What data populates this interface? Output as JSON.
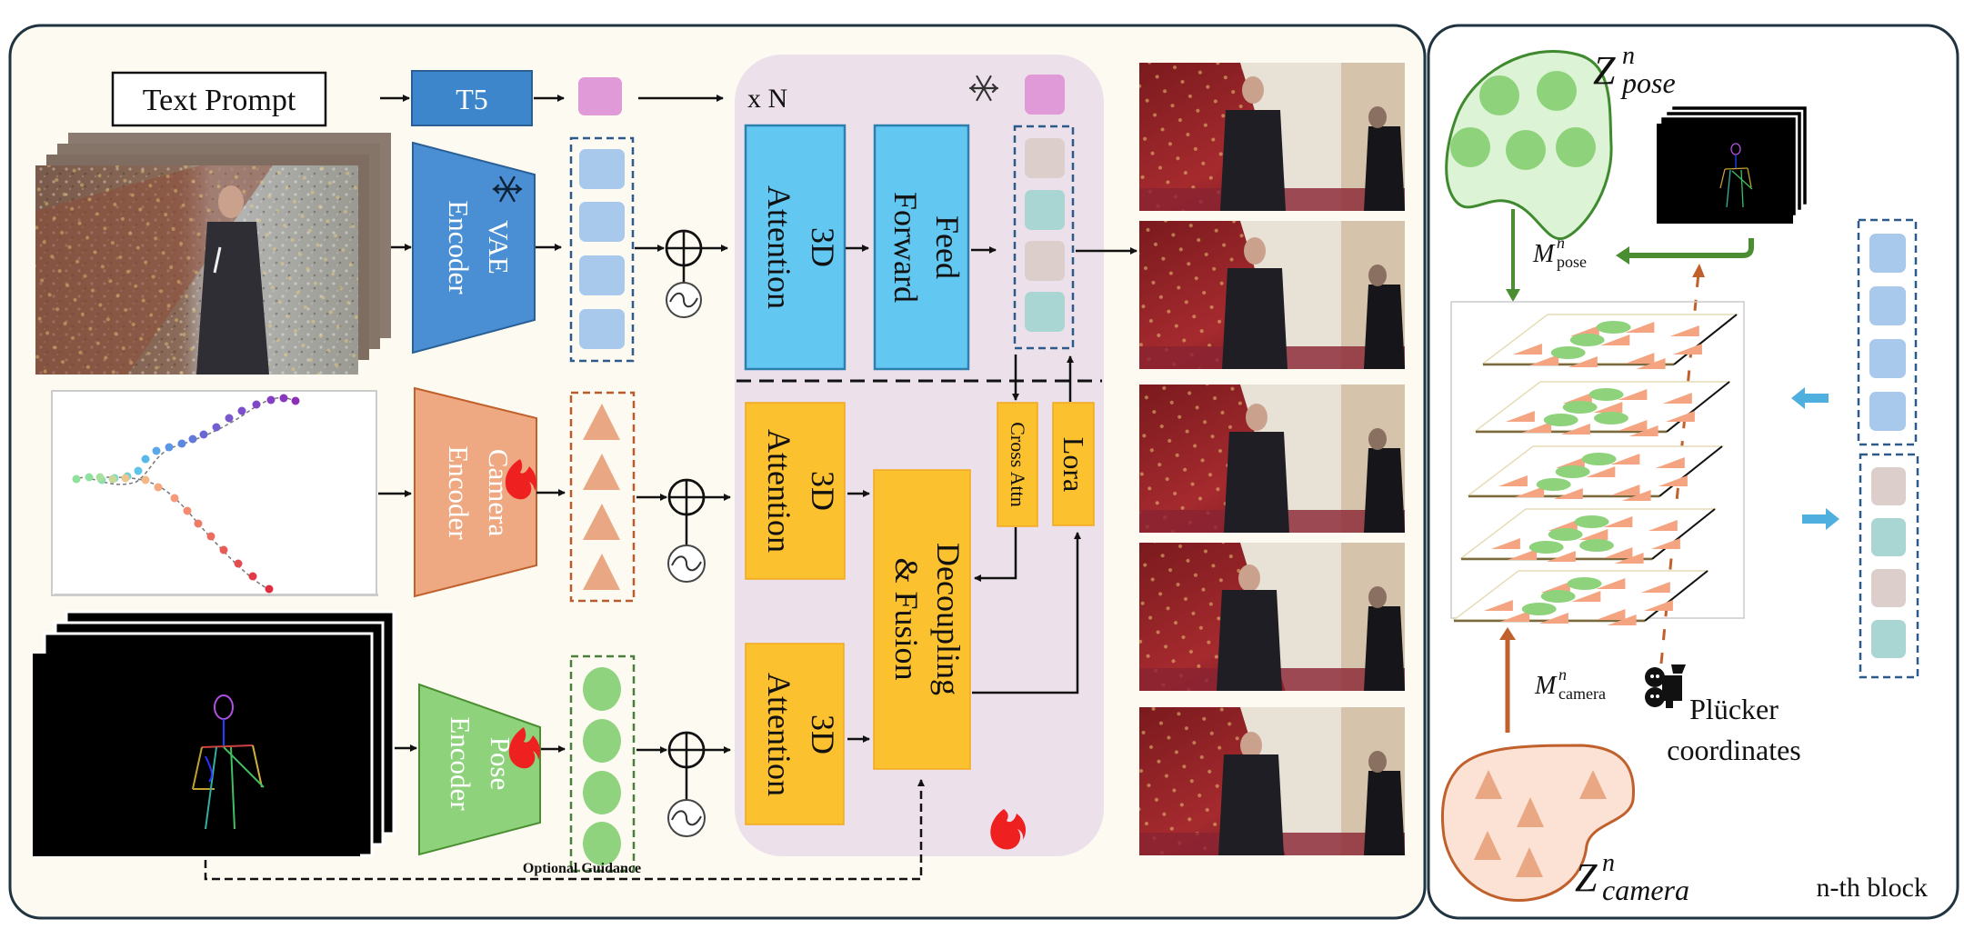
{
  "colors": {
    "panel_bg": "#fdfbf1",
    "right_bg": "#ffffff",
    "panel_border": "#1f3341",
    "dit_block_bg": "#ece1ea",
    "t5_blue": "#3d86cc",
    "vae_blue": "#4a8fd3",
    "attention_cyan": "#62c8f2",
    "yellow_block": "#fbc12e",
    "camera_orange": "#eea882",
    "pose_green": "#8ed37c",
    "text_token": "#e09ad8",
    "video_token": "#a8c9ec",
    "out_token_beige": "#dccfcb",
    "out_token_teal": "#a9d6d2",
    "camera_token": "#eaa784",
    "pose_token": "#8fd37f",
    "fire": "#ee2020",
    "cyan_arrow": "#4fb0e0",
    "pose_arrow": "#4b8e32",
    "camera_arrow": "#c0602c"
  },
  "left_panel": {
    "text_prompt": "Text Prompt",
    "t5_label": "T5",
    "vae_encoder": {
      "line1": "VAE",
      "line2": "Encoder",
      "icon": "snowflake-icon"
    },
    "camera_encoder": {
      "line1": "Camera",
      "line2": "Encoder",
      "icon": "fire-icon"
    },
    "pose_encoder": {
      "line1": "Pose",
      "line2": "Encoder",
      "icon": "fire-icon"
    },
    "repeat_label": "x N",
    "frozen_icon": "snowflake-icon",
    "trainable_icon": "fire-icon",
    "upper_attention": {
      "line1": "3D",
      "line2": "Attention"
    },
    "feed_forward": {
      "line1": "Feed",
      "line2": "Forward"
    },
    "camera_attention": {
      "line1": "3D",
      "line2": "Attention"
    },
    "pose_attention": {
      "line1": "3D",
      "line2": "Attention"
    },
    "cross_attn": "Cross Attn",
    "lora": "Lora",
    "decoupling": {
      "line1": "Decoupling",
      "line2": "& Fusion"
    },
    "optional_guidance": "Optional Guidance",
    "positional_encoding_symbol": "~",
    "add_symbol": "+",
    "input_video_label": "noisy-video-frames",
    "camera_trajectory_label": "camera-trajectory-plot",
    "pose_sequence_label": "pose-skeleton-frames",
    "output_frames_count": 5
  },
  "right_panel": {
    "z_pose": {
      "base": "Z",
      "sup": "n",
      "sub": "pose"
    },
    "m_pose": {
      "base": "M",
      "sup": "n",
      "sub": "pose"
    },
    "m_camera": {
      "base": "M",
      "sup": "n",
      "sub": "camera"
    },
    "z_camera": {
      "base": "Z",
      "sup": "n",
      "sub": "camera"
    },
    "plucker_line1": "Plücker",
    "plucker_line2": "coordinates",
    "block_label": "n-th block",
    "camera_icon": "movie-camera-icon",
    "layers_count": 5
  }
}
